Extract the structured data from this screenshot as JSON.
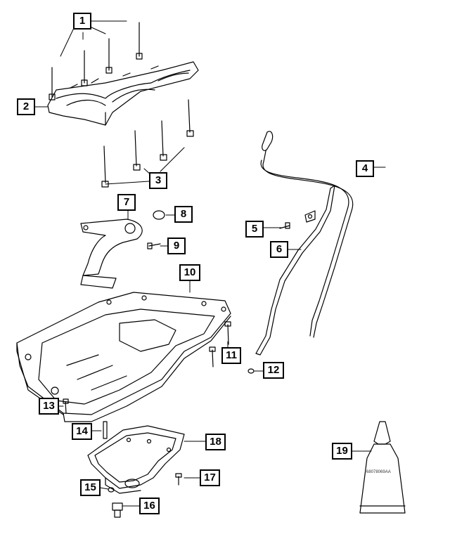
{
  "callouts": [
    "1",
    "2",
    "3",
    "4",
    "5",
    "6",
    "7",
    "8",
    "9",
    "10",
    "11",
    "12",
    "13",
    "14",
    "15",
    "16",
    "17",
    "18",
    "19"
  ],
  "tube_label": "68078069AA"
}
